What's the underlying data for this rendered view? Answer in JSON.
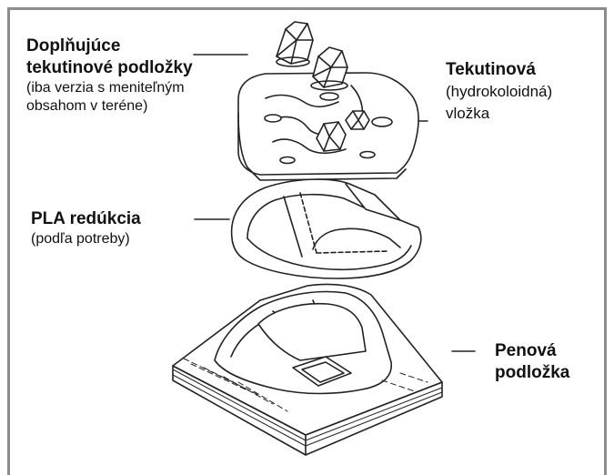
{
  "labels": {
    "addon_pads": {
      "title_line1": "Doplňujúce",
      "title_line2": "tekutinové podložky",
      "note_line1": "(iba verzia s meniteľným",
      "note_line2": "obsahom v teréne)"
    },
    "fluid_insert": {
      "title": "Tekutinová",
      "note_line1": "(hydrokoloidná)",
      "note_line2": "vložka"
    },
    "pla_reduction": {
      "title": "PLA redúkcia",
      "note": "(podľa potreby)"
    },
    "foam_pad": {
      "title_line1": "Penová",
      "title_line2": "podložka"
    }
  }
}
